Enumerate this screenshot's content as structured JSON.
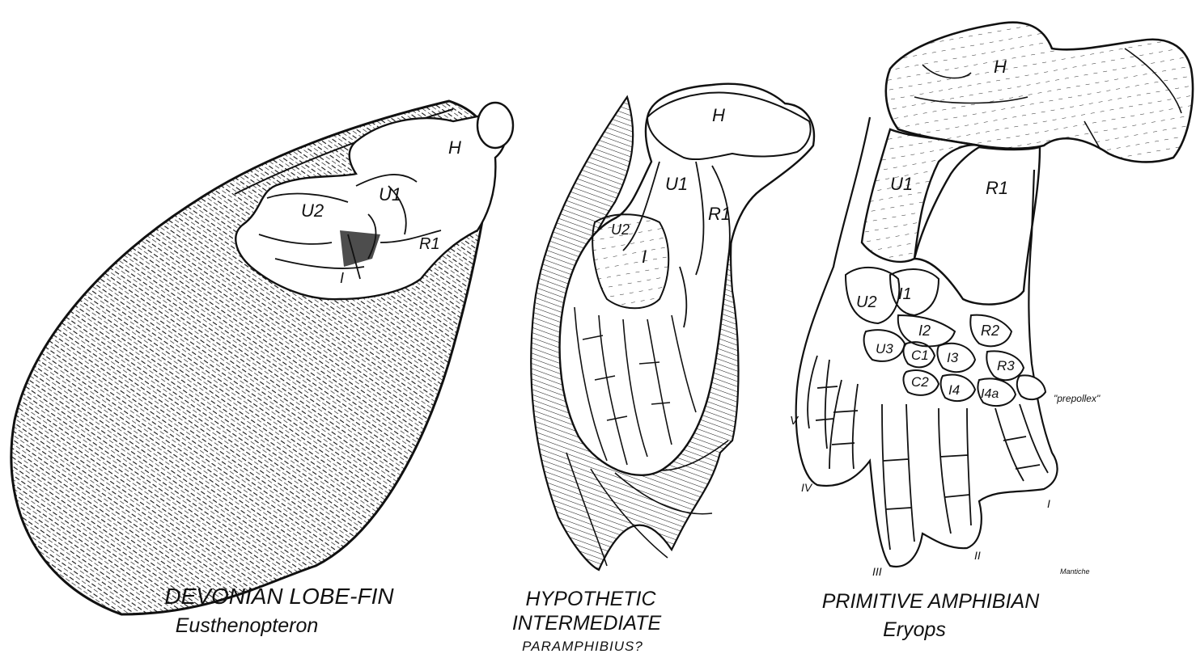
{
  "figures": [
    {
      "caption_line1": "DEVONIAN LOBE-FIN",
      "caption_line2": "Eusthenopteron",
      "labels": {
        "humerus": "H",
        "ulna1": "U1",
        "ulna2": "U2",
        "radius1": "R1",
        "intermedium": "I"
      }
    },
    {
      "caption_line1": "HYPOTHETIC",
      "caption_line2": "INTERMEDIATE",
      "caption_line3": "PARAMPHIBIUS?",
      "labels": {
        "humerus": "H",
        "ulna1": "U1",
        "radius1": "R1",
        "ulna2": "U2",
        "intermedium": "I"
      }
    },
    {
      "caption_line1": "PRIMITIVE AMPHIBIAN",
      "caption_line2": "Eryops",
      "labels": {
        "humerus": "H",
        "ulna1": "U1",
        "radius1": "R1",
        "ulna2": "U2",
        "intermedium1": "I1",
        "intermedium2": "I2",
        "radius2": "R2",
        "ulna3": "U3",
        "centrale1": "C1",
        "intermedium3": "I3",
        "radius3": "R3",
        "centrale2": "C2",
        "intermedium4": "I4",
        "intermedium4a": "I4a",
        "prepollex": "\"prepollex\"",
        "digit5": "V",
        "digit4": "IV",
        "digit3": "III",
        "digit2": "II",
        "digit1": "I"
      },
      "signature": "Mantiche"
    }
  ],
  "colors": {
    "ink": "#111111",
    "paper": "#ffffff"
  }
}
